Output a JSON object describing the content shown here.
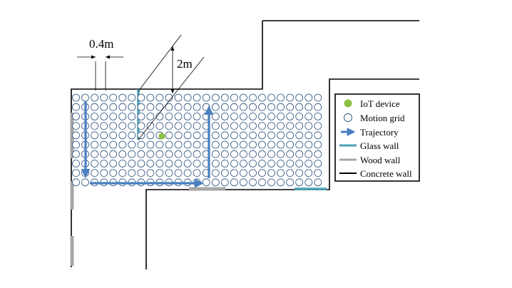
{
  "colors": {
    "concrete_wall": "#000000",
    "glass_wall": "#4aa3b5",
    "wood_wall": "#a6a6a6",
    "trajectory": "#4a7fc1",
    "iot_device": "#8dc044",
    "motion_grid_stroke": "#2b4f7e",
    "background": "#ffffff"
  },
  "dimensions": {
    "grid_spacing_label": "0.4m",
    "glass_wall_length_label": "2m"
  },
  "legend": {
    "items": [
      {
        "label": "IoT device",
        "symbol": "green-dot"
      },
      {
        "label": "Motion grid",
        "symbol": "open-circle"
      },
      {
        "label": "Trajectory",
        "symbol": "arrow"
      },
      {
        "label": "Glass wall",
        "symbol": "glass-line"
      },
      {
        "label": "Wood wall",
        "symbol": "wood-line"
      },
      {
        "label": "Concrete wall",
        "symbol": "concrete-line"
      }
    ]
  }
}
